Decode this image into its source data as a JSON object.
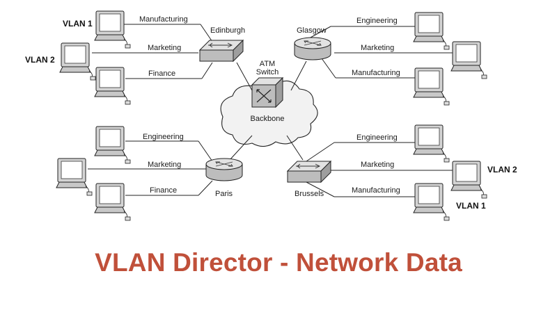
{
  "caption": "VLAN Director - Network Data",
  "colors": {
    "caption": "#c0503a",
    "device_fill": "#cfcfcf",
    "screen": "#ffffff"
  },
  "backbone": {
    "switch_label_line1": "ATM",
    "switch_label_line2": "Switch",
    "cloud_label": "Backbone"
  },
  "sites": {
    "edinburgh": {
      "name": "Edinburgh",
      "device": "switch",
      "links": [
        "Manufacturing",
        "Marketing",
        "Finance"
      ],
      "vlan_top": "VLAN 1",
      "vlan_mid": "VLAN 2"
    },
    "glasgow": {
      "name": "Glasgow",
      "device": "router",
      "links": [
        "Engineering",
        "Marketing",
        "Manufacturing"
      ]
    },
    "paris": {
      "name": "Paris",
      "device": "router",
      "links": [
        "Engineering",
        "Marketing",
        "Finance"
      ]
    },
    "brussels": {
      "name": "Brussels",
      "device": "switch",
      "links": [
        "Engineering",
        "Marketing",
        "Manufacturing"
      ],
      "vlan_mid": "VLAN 2",
      "vlan_bottom": "VLAN 1"
    }
  }
}
